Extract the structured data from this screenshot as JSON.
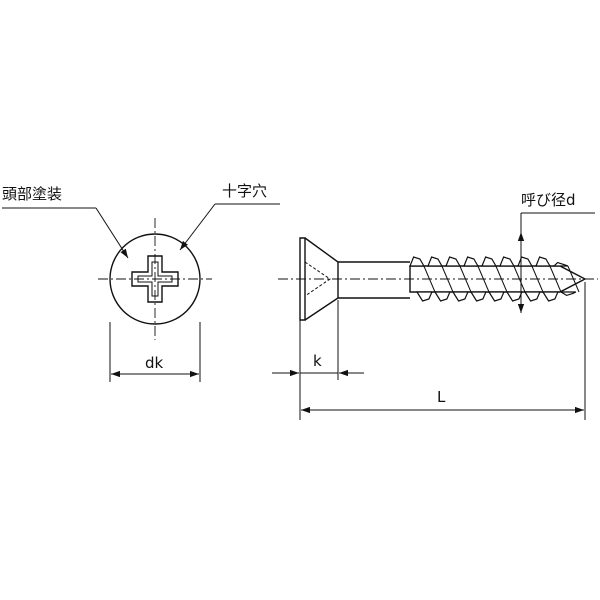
{
  "labels": {
    "head_coating": "頭部塗装",
    "cross_recess": "十字穴",
    "nominal_diameter": "呼び径d",
    "head_diameter": "dk",
    "head_height": "k",
    "length": "L"
  }
}
